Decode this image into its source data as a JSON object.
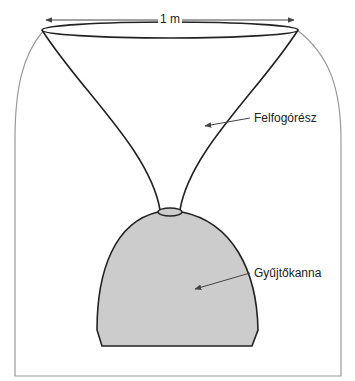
{
  "diagram": {
    "labels": [
      "1 m",
      "Felfogórész",
      "Gyűjtőkanna"
    ]
  }
}
